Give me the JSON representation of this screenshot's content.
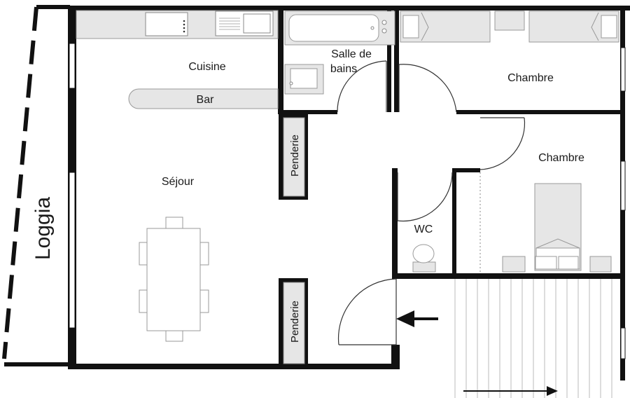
{
  "labels": {
    "loggia": "Loggia",
    "cuisine": "Cuisine",
    "bar": "Bar",
    "salle_de_bains_line1": "Salle de",
    "salle_de_bains_line2": "bains",
    "chambre_1": "Chambre",
    "chambre_2": "Chambre",
    "sejour": "Séjour",
    "penderie_1": "Penderie",
    "penderie_2": "Penderie",
    "wc": "WC"
  },
  "colors": {
    "wall": "#111111",
    "furniture_fill": "#e6e6e6",
    "furniture_stroke": "#8a8a8a",
    "line": "#555555",
    "text": "#1a1a1a"
  }
}
